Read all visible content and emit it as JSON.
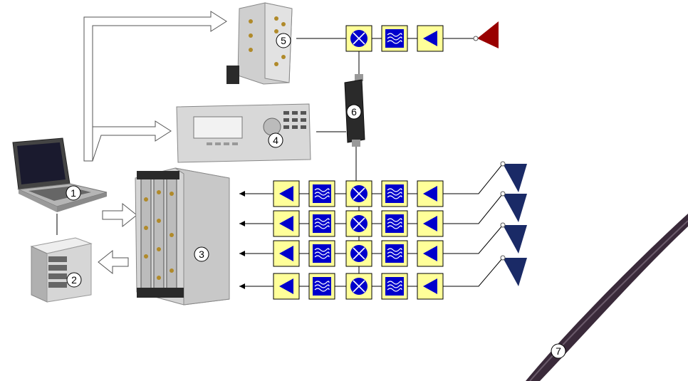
{
  "labels": {
    "laptop": "1",
    "server": "2",
    "chassis": "3",
    "signal_generator": "4",
    "pxi_module": "5",
    "coupler": "6",
    "antenna": "7"
  },
  "icons": {
    "amplifier": "amplifier-icon",
    "filter": "filter-icon",
    "mixer": "mixer-icon",
    "tx_antenna": "transmit-antenna-icon",
    "rx_antenna": "receive-antenna-icon"
  },
  "colors": {
    "block_fill": "#ffff99",
    "block_icon": "#0000cc",
    "tx_antenna": "#990000",
    "rx_antenna": "#1a2a66",
    "device_gray": "#d9d9d9",
    "antenna_body": "#3a2a3a"
  }
}
